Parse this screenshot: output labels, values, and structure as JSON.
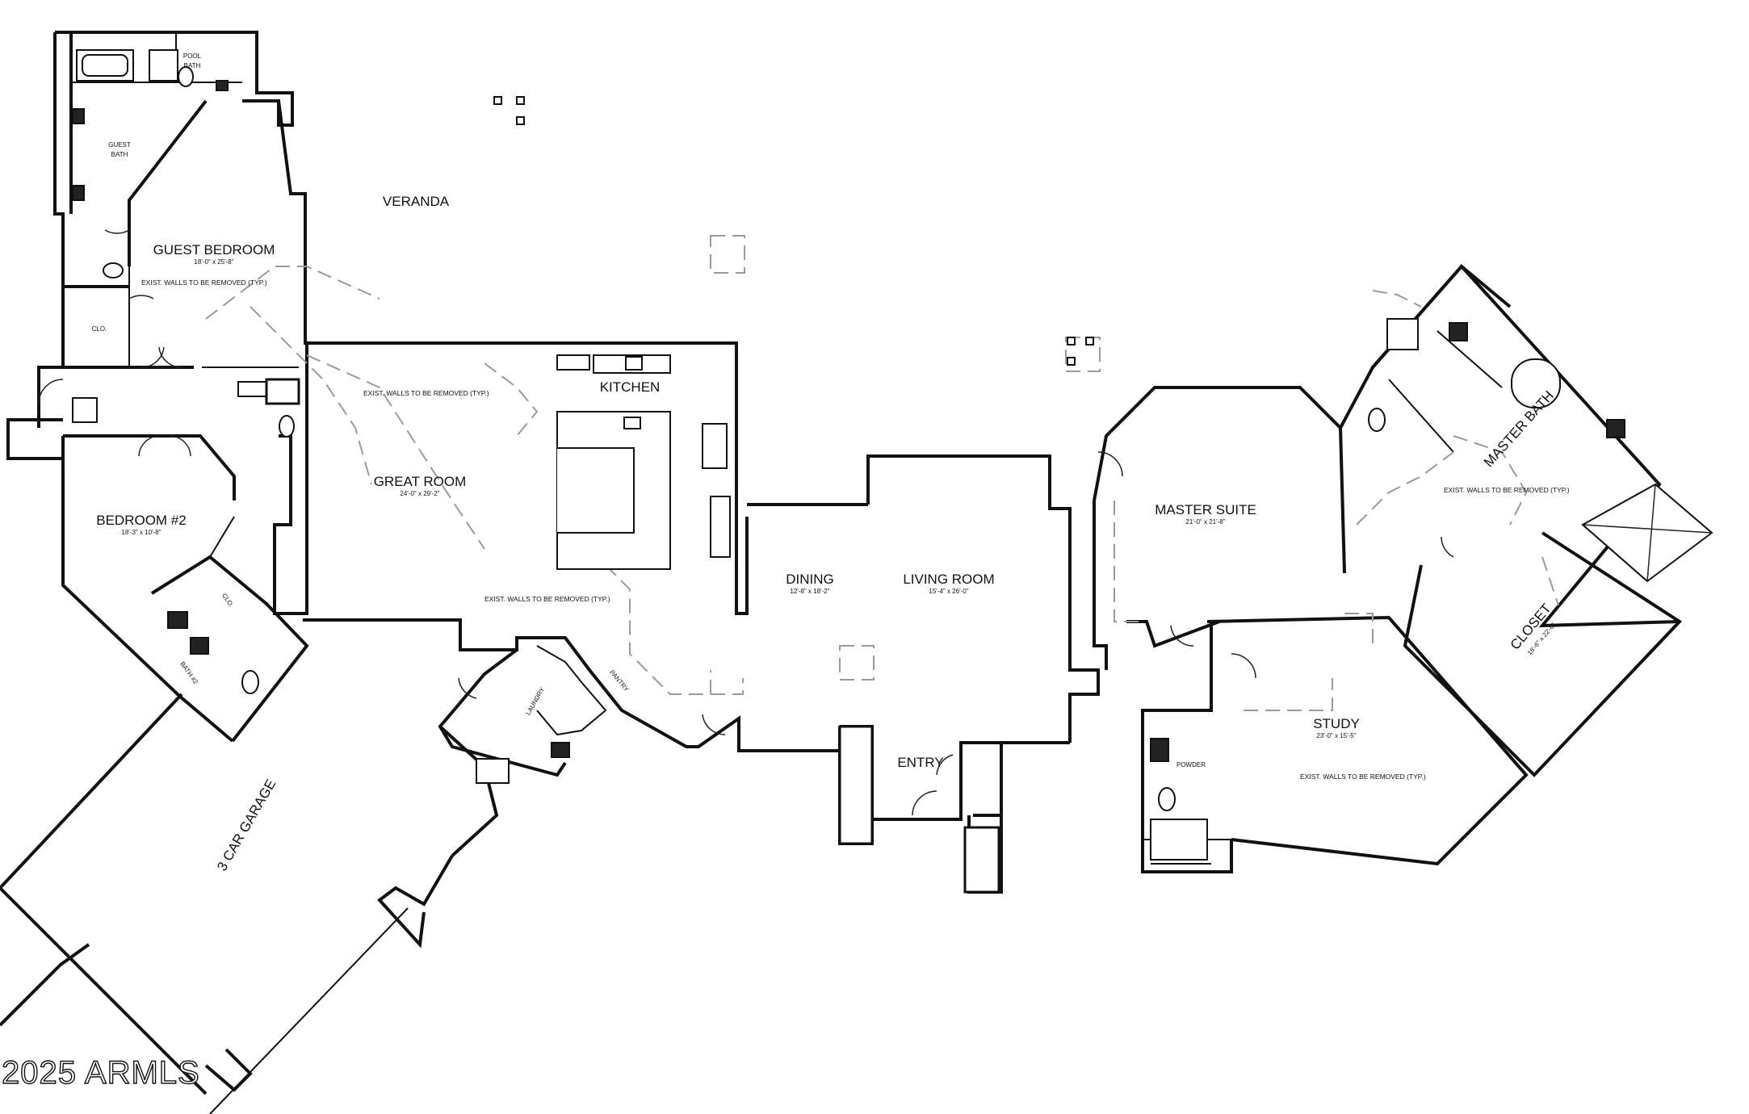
{
  "rooms": {
    "pool_bath": [
      "POOL",
      "BATH"
    ],
    "guest_bath": [
      "GUEST",
      "BATH"
    ],
    "veranda": "VERANDA",
    "guest_bedroom": {
      "name": "GUEST BEDROOM",
      "dim": "18'-0\" x 25'-8\""
    },
    "clo_guest": "CLO.",
    "kitchen": "KITCHEN",
    "great_room": {
      "name": "GREAT ROOM",
      "dim": "24'-0\" x 29'-2\""
    },
    "bedroom2": {
      "name": "BEDROOM #2",
      "dim": "18'-3\" x 10'-8\""
    },
    "clo_bed2": "CLO.",
    "bath2": "BATH #2",
    "laundry": "LAUNDRY",
    "pantry": "PANTRY",
    "garage": "3 CAR GARAGE",
    "dining": {
      "name": "DINING",
      "dim": "12'-8\" x 18'-2\""
    },
    "living_room": {
      "name": "LIVING ROOM",
      "dim": "15'-4\" x 26'-0\""
    },
    "entry": "ENTRY",
    "master_suite": {
      "name": "MASTER SUITE",
      "dim": "21'-0\" x 21'-8\""
    },
    "master_bath": "MASTER BATH",
    "closet": {
      "name": "CLOSET",
      "dim": "18'-6\" x 22'-0\""
    },
    "study": {
      "name": "STUDY",
      "dim": "23'-0\" x 15'-5\""
    },
    "powder": "POWDER"
  },
  "notes": {
    "walls_removed": "EXIST. WALLS TO BE REMOVED (TYP.)",
    "walls_removed_alt": "EXIST. WALLS TO BE REMOVED (TYP.)"
  },
  "watermark": "2025 ARMLS"
}
